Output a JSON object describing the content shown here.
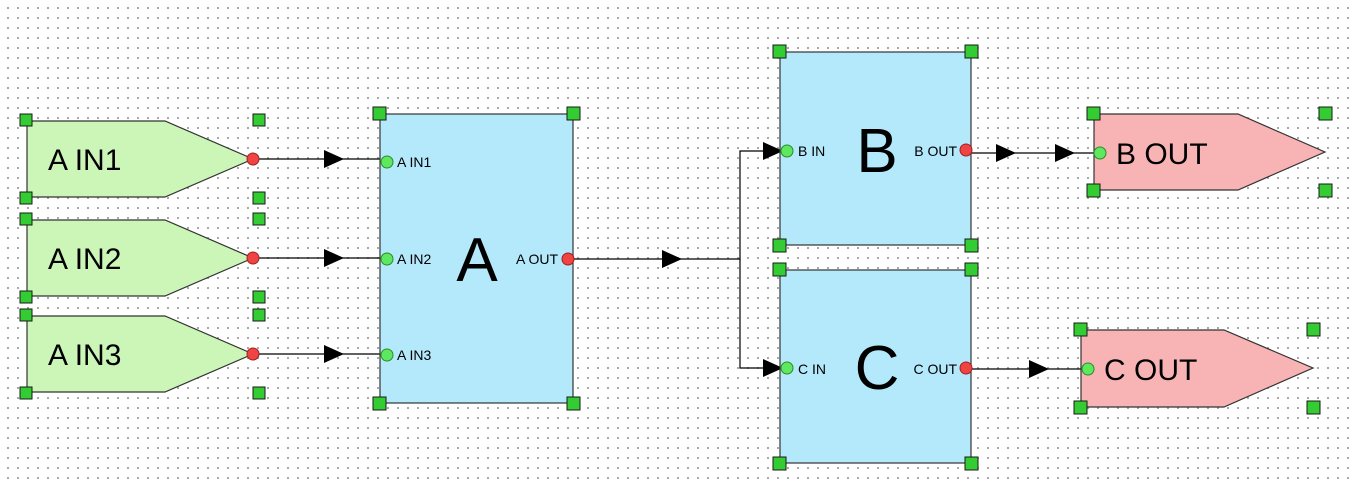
{
  "input_ports": [
    "A IN1",
    "A IN2",
    "A IN3"
  ],
  "block_a": {
    "title": "A",
    "pins": [
      "A IN1",
      "A IN2",
      "A IN3"
    ],
    "out_pin": "A OUT"
  },
  "block_b": {
    "title": "B",
    "in_pin": "B IN",
    "out_pin": "B OUT"
  },
  "block_c": {
    "title": "C",
    "in_pin": "C IN",
    "out_pin": "C OUT"
  },
  "output_ports": [
    "B OUT",
    "C OUT"
  ],
  "colors": {
    "block_fill": "#b4e8fb",
    "input_port_fill": "#ccf5b8",
    "output_port_fill": "#f8b4b4",
    "handle": "#33cc33",
    "pin_in": "#5ee85e",
    "pin_out": "#f04444"
  }
}
